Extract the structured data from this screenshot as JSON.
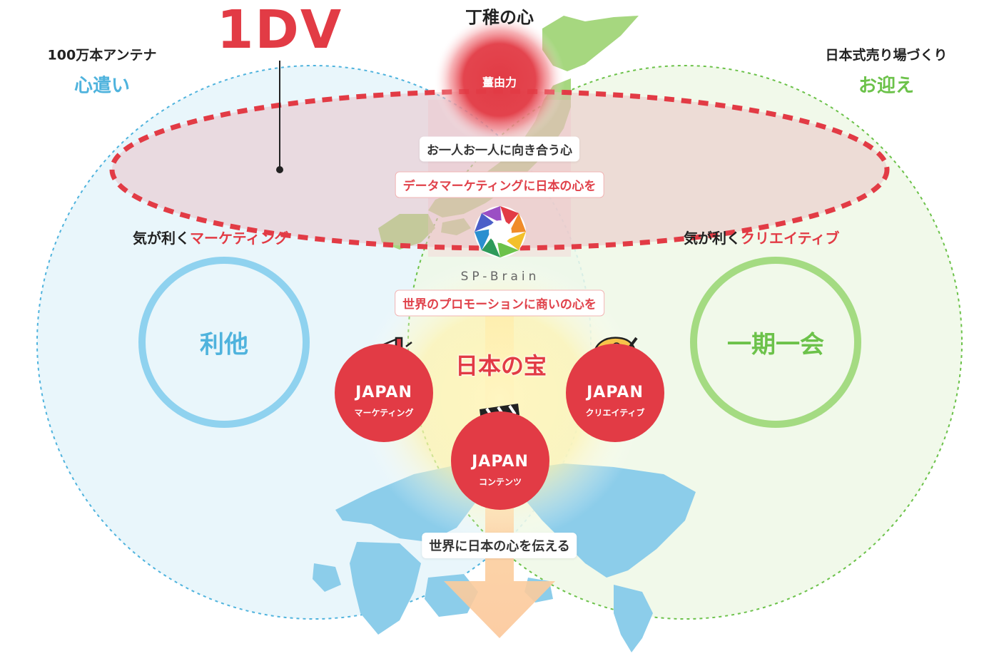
{
  "header": {
    "brand": "1DV",
    "top_center": "丁稚の心",
    "core_circle": "薑由力"
  },
  "left": {
    "subtitle": "100万本アンテナ",
    "title": "心遣い",
    "desc_black": "気が利く",
    "desc_red": "マーケティング",
    "ring_label": "利他"
  },
  "right": {
    "subtitle": "日本式売り場づくり",
    "title": "お迎え",
    "desc_black": "気が利く",
    "desc_red": "クリエイティブ",
    "ring_label": "一期一会"
  },
  "center": {
    "pill_1": "お一人お一人に向き合う心",
    "pill_2": "データマーケティングに日本の心を",
    "logo_text": "SP-Brain",
    "pill_3": "世界のプロモーションに商いの心を",
    "treasure": "日本の宝",
    "bottom_pill": "世界に日本の心を伝える"
  },
  "japan_circles": [
    {
      "main": "JAPAN",
      "sub": "マーケティング",
      "icon": "megaphone-icon"
    },
    {
      "main": "JAPAN",
      "sub": "コンテンツ",
      "icon": "clapperboard-icon"
    },
    {
      "main": "JAPAN",
      "sub": "クリエイティブ",
      "icon": "palette-icon"
    }
  ],
  "colors": {
    "red": "#e23b45",
    "blue": "#4fb3dd",
    "green": "#6cc24a",
    "blue_fill": "#e9f6fb",
    "green_fill": "#eef8e6",
    "map_blue": "#8ccdea",
    "map_green": "#a6d77f",
    "arrow": "#fcd8b2"
  }
}
